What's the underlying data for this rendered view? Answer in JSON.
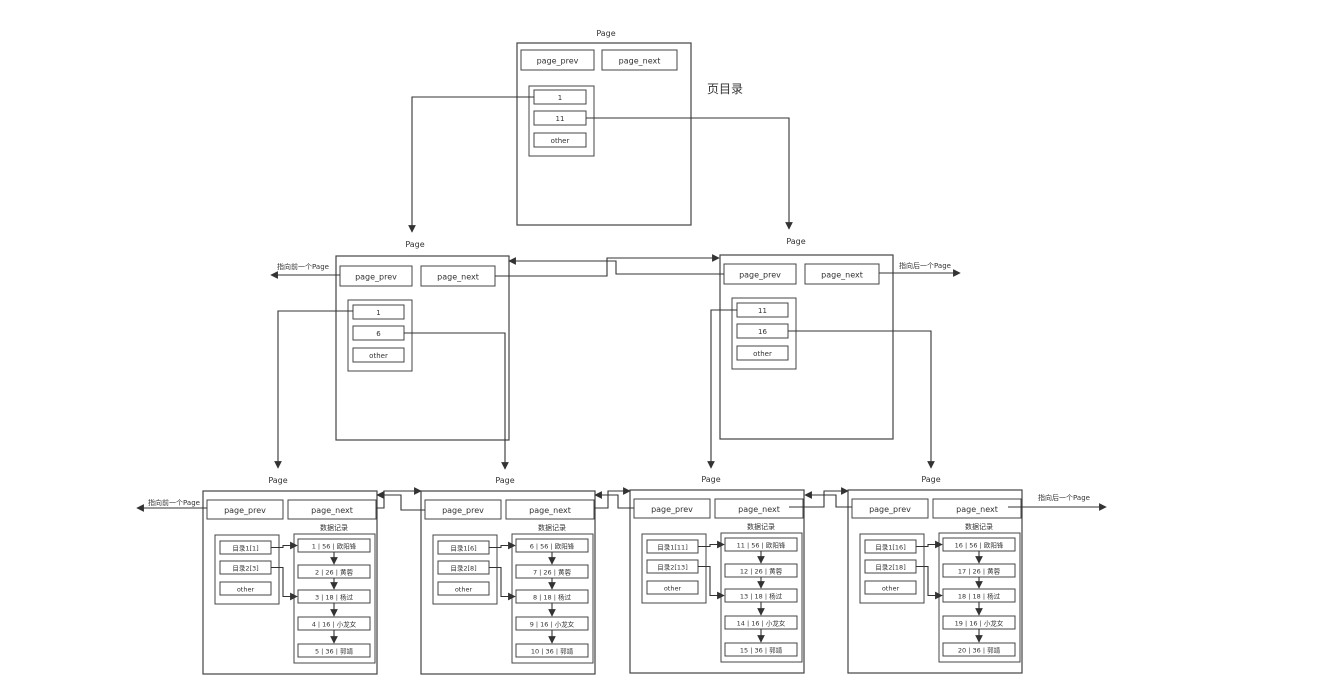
{
  "colors": {
    "stroke": "#444444",
    "line": "#333333",
    "text": "#333333",
    "background": "#ffffff"
  },
  "page_label": "Page",
  "prev_label": "page_prev",
  "next_label": "page_next",
  "other_label": "other",
  "data_records_label": "数据记录",
  "page_directory_label": "页目录",
  "pointer_prev_label": "指向前一个Page",
  "pointer_next_label": "指向后一个Page",
  "root_page": {
    "entries": [
      "1",
      "11",
      "other"
    ]
  },
  "mid_pages": [
    {
      "entries": [
        "1",
        "6",
        "other"
      ]
    },
    {
      "entries": [
        "11",
        "16",
        "other"
      ]
    }
  ],
  "leaf_pages": [
    {
      "directory": [
        "目录1[1]",
        "目录2[3]",
        "other"
      ],
      "records": [
        "1 | 56 | 欧阳锋",
        "2 | 26 | 黄蓉",
        "3 | 18 | 杨过",
        "4 | 16 | 小龙女",
        "5 | 36 | 郭靖"
      ]
    },
    {
      "directory": [
        "目录1[6]",
        "目录2[8]",
        "other"
      ],
      "records": [
        "6 | 56 | 欧阳锋",
        "7 | 26 | 黄蓉",
        "8 | 18 | 杨过",
        "9 | 16 | 小龙女",
        "10 | 36 | 郭靖"
      ]
    },
    {
      "directory": [
        "目录1[11]",
        "目录2[13]",
        "other"
      ],
      "records": [
        "11 | 56 | 欧阳锋",
        "12 | 26 | 黄蓉",
        "13 | 18 | 杨过",
        "14 | 16 | 小龙女",
        "15 | 36 | 郭靖"
      ]
    },
    {
      "directory": [
        "目录1[16]",
        "目录2[18]",
        "other"
      ],
      "records": [
        "16 | 56 | 欧阳锋",
        "17 | 26 | 黄蓉",
        "18 | 18 | 杨过",
        "19 | 16 | 小龙女",
        "20 | 36 | 郭靖"
      ]
    }
  ]
}
